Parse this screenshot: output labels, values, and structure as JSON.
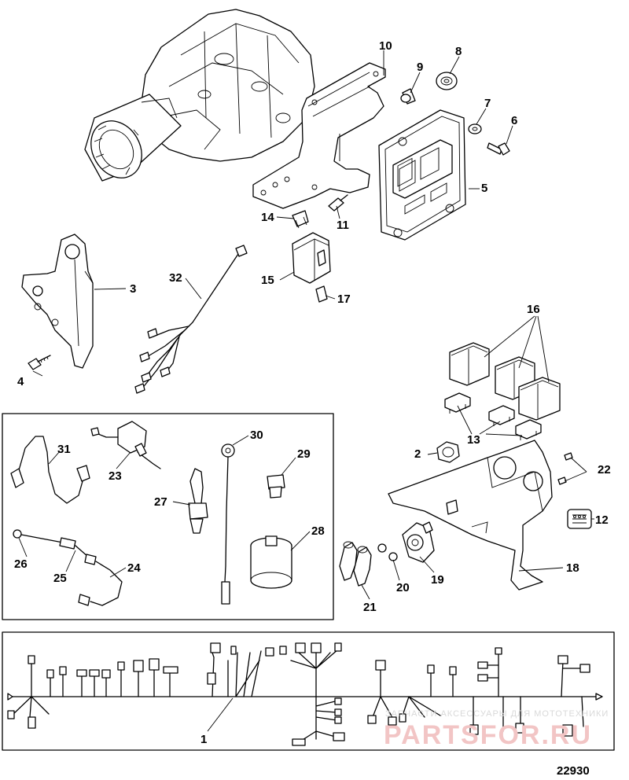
{
  "figure_number": "22930",
  "callouts": [
    {
      "n": "1"
    },
    {
      "n": "2"
    },
    {
      "n": "3"
    },
    {
      "n": "4"
    },
    {
      "n": "5"
    },
    {
      "n": "6"
    },
    {
      "n": "7"
    },
    {
      "n": "8"
    },
    {
      "n": "9"
    },
    {
      "n": "10"
    },
    {
      "n": "11"
    },
    {
      "n": "12"
    },
    {
      "n": "13"
    },
    {
      "n": "14"
    },
    {
      "n": "15"
    },
    {
      "n": "16"
    },
    {
      "n": "17"
    },
    {
      "n": "18"
    },
    {
      "n": "19"
    },
    {
      "n": "20"
    },
    {
      "n": "21"
    },
    {
      "n": "22"
    },
    {
      "n": "23"
    },
    {
      "n": "24"
    },
    {
      "n": "25"
    },
    {
      "n": "26"
    },
    {
      "n": "27"
    },
    {
      "n": "28"
    },
    {
      "n": "29"
    },
    {
      "n": "30"
    },
    {
      "n": "31"
    },
    {
      "n": "32"
    }
  ],
  "watermark": {
    "line1": "ЗАПЧАСТИ АКСЕССУАРЫ ДЛЯ МОТОТЕХНИКИ",
    "line2": "PARTSFOR.RU"
  }
}
